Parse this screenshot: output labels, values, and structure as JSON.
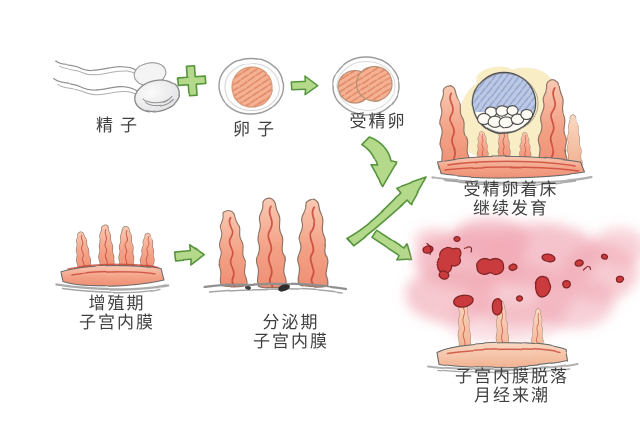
{
  "labels": {
    "sperm": "精子",
    "egg": "卵子",
    "fertilized_egg": "受精卵",
    "implantation_line1": "受精卵着床",
    "implantation_line2": "继续发育",
    "proliferative_line1": "增殖期",
    "proliferative_line2": "子宫内膜",
    "secretory_line1": "分泌期",
    "secretory_line2": "子宫内膜",
    "shedding_line1": "子宫内膜脱落",
    "shedding_line2": "月经来潮"
  },
  "colors": {
    "background": "#ffffff",
    "text": "#3f3f3f",
    "arrow_green": "#b5d98b",
    "arrow_green_dark": "#57953c",
    "villi_salmon": "#f3a287",
    "villi_red": "#c94436",
    "cloud_pink": "#f1aab6",
    "fragment_red": "#c93a3d",
    "fragment_dark": "#7e2022",
    "blastocyst_blue": "#bcc8e4",
    "implantation_yellow": "#f8ecc2",
    "sperm_gray": "#e9e9ec"
  }
}
